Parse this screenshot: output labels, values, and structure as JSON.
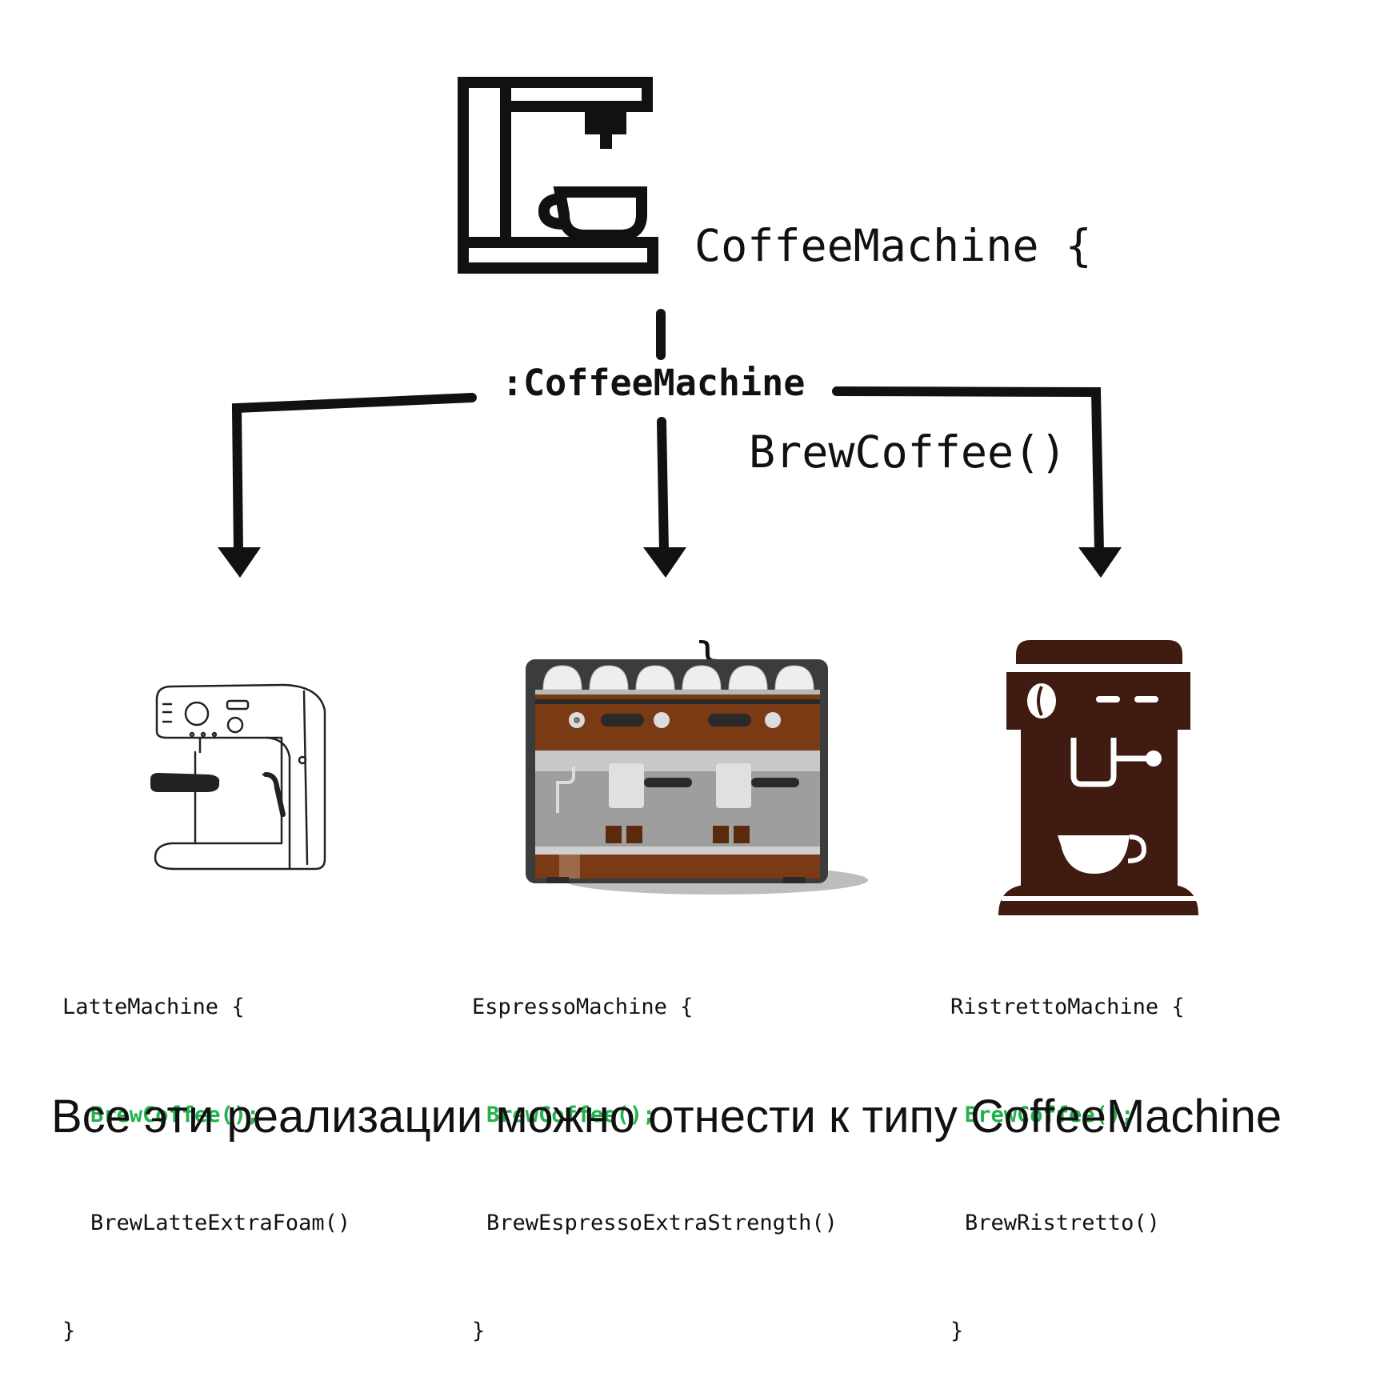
{
  "interface": {
    "line1": "CoffeeMachine {",
    "line2": "BrewCoffee()",
    "line3": "}"
  },
  "type_label": ":CoffeeMachine",
  "implementations": [
    {
      "header": "LatteMachine {",
      "shared_method": "BrewCoffee();",
      "own_method": "BrewLatteExtraFoam()",
      "close": "}",
      "icon": "latte-machine-sketch"
    },
    {
      "header": "EspressoMachine {",
      "shared_method": "BrewCoffee();",
      "own_method": "BrewEspressoExtraStrength()",
      "close": "}",
      "icon": "espresso-machine"
    },
    {
      "header": "RistrettoMachine {",
      "shared_method": "BrewCoffee();",
      "own_method": "BrewRistretto()",
      "close": "}",
      "icon": "ristretto-machine"
    }
  ],
  "caption": "Все эти реализации можно отнести к типу CoffeeMachine",
  "colors": {
    "shared_method": "#22b24c",
    "ristretto_brown": "#3f1b12",
    "espresso_brown": "#7a3a14",
    "line": "#111111"
  }
}
